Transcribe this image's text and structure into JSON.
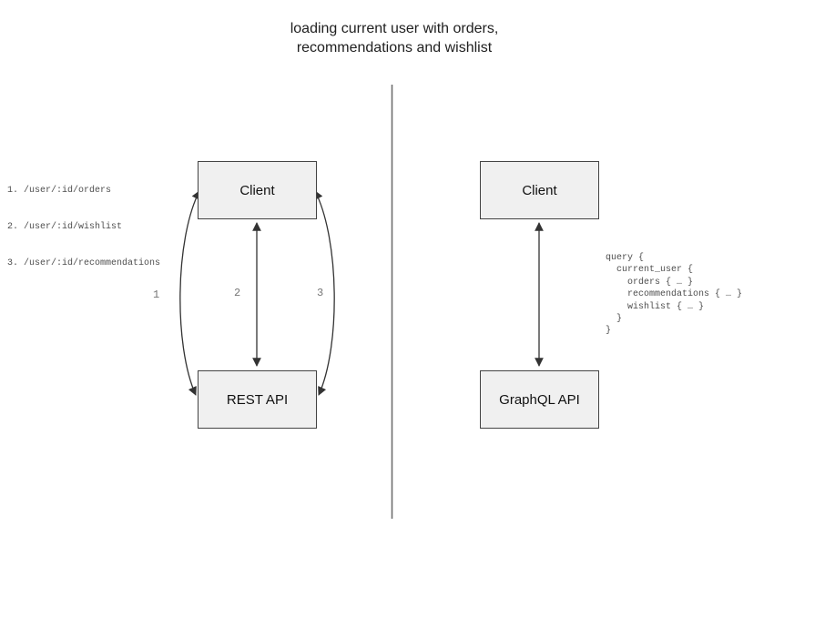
{
  "title": "loading current user with orders,\nrecommendations and wishlist",
  "left_panel": {
    "client_label": "Client",
    "api_label": "REST API",
    "endpoints": [
      "1. /user/:id/orders",
      "2. /user/:id/wishlist",
      "3. /user/:id/recommendations"
    ],
    "arrow_labels": [
      "1",
      "2",
      "3"
    ]
  },
  "right_panel": {
    "client_label": "Client",
    "api_label": "GraphQL API",
    "query_code": "query {\n  current_user {\n    orders { … }\n    recommendations { … }\n    wishlist { … }\n  }\n}"
  },
  "colors": {
    "box_fill": "#f0f0f0",
    "box_border": "#434343",
    "arrow": "#333333",
    "divider": "#6e6e6e",
    "code_text": "#4e4e4e",
    "arrow_label_text": "#757575",
    "title_text": "#1f1f1f"
  }
}
